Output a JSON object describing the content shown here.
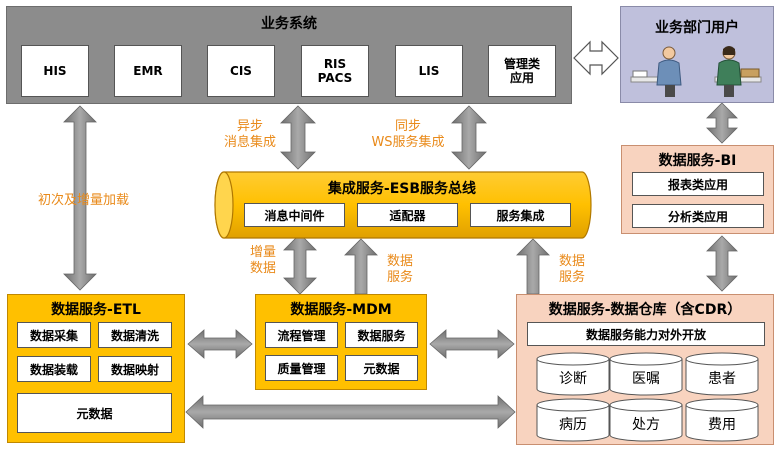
{
  "business_systems": {
    "title": "业务系统",
    "items": [
      "HIS",
      "EMR",
      "CIS",
      "RIS\nPACS",
      "LIS",
      "管理类\n应用"
    ]
  },
  "dept_users": {
    "title": "业务部门用户"
  },
  "bi": {
    "title": "数据服务-BI",
    "items": [
      "报表类应用",
      "分析类应用"
    ]
  },
  "esb": {
    "title": "集成服务-ESB服务总线",
    "items": [
      "消息中间件",
      "适配器",
      "服务集成"
    ]
  },
  "etl": {
    "title": "数据服务-ETL",
    "items": [
      "数据采集",
      "数据清洗",
      "数据装载",
      "数据映射"
    ],
    "meta": "元数据"
  },
  "mdm": {
    "title": "数据服务-MDM",
    "items": [
      "流程管理",
      "数据服务",
      "质量管理",
      "元数据"
    ]
  },
  "dw": {
    "title": "数据服务-数据仓库（含CDR）",
    "open_label": "数据服务能力对外开放",
    "items": [
      "诊断",
      "医嘱",
      "患者",
      "病历",
      "处方",
      "费用"
    ]
  },
  "labels": {
    "async": "异步\n消息集成",
    "sync": "同步\nWS服务集成",
    "initial": "初次及增量加载",
    "incremental": "增量\n数据",
    "mdm_service": "数据\n服务",
    "dw_service": "数据\n服务"
  },
  "colors": {
    "yellow": "#ffc000",
    "peach": "#f8d3bf",
    "gray": "#8c8c8c",
    "arrow": "#8a8a8a",
    "label": "#e98a1a"
  }
}
